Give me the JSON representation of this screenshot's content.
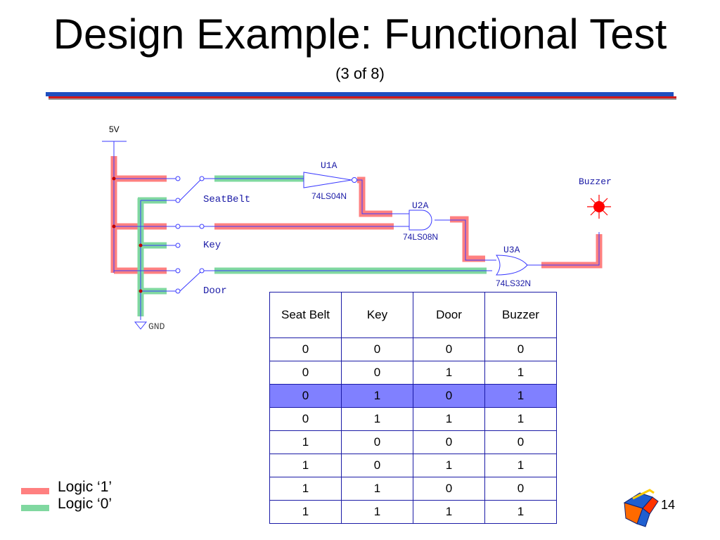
{
  "slide": {
    "title": "Design Example: Functional Test",
    "subtitle": "(3 of 8)",
    "page_number": "14"
  },
  "schematic": {
    "supply_label": "5V",
    "ground_label": "GND",
    "switch_labels": [
      "SeatBelt",
      "Key",
      "Door"
    ],
    "gates": [
      {
        "ref": "U1A",
        "part": "74LS04N"
      },
      {
        "ref": "U2A",
        "part": "74LS08N"
      },
      {
        "ref": "U3A",
        "part": "74LS32N"
      }
    ],
    "output_label": "Buzzer"
  },
  "truth_table": {
    "headers": [
      "Seat Belt",
      "Key",
      "Door",
      "Buzzer"
    ],
    "rows": [
      [
        "0",
        "0",
        "0",
        "0"
      ],
      [
        "0",
        "0",
        "1",
        "1"
      ],
      [
        "0",
        "1",
        "0",
        "1"
      ],
      [
        "0",
        "1",
        "1",
        "1"
      ],
      [
        "1",
        "0",
        "0",
        "0"
      ],
      [
        "1",
        "0",
        "1",
        "1"
      ],
      [
        "1",
        "1",
        "0",
        "0"
      ],
      [
        "1",
        "1",
        "1",
        "1"
      ]
    ],
    "highlighted_row": 2,
    "highlight_color": "#8080ff"
  },
  "legend": [
    {
      "label": "Logic ‘1’",
      "color": "#ff8080"
    },
    {
      "label": "Logic ‘0’",
      "color": "#80d8a0"
    }
  ],
  "colors": {
    "logic1": "#ff8080",
    "logic0": "#80d8a0",
    "wire": "#3a3aff",
    "led": "#ff0000"
  }
}
